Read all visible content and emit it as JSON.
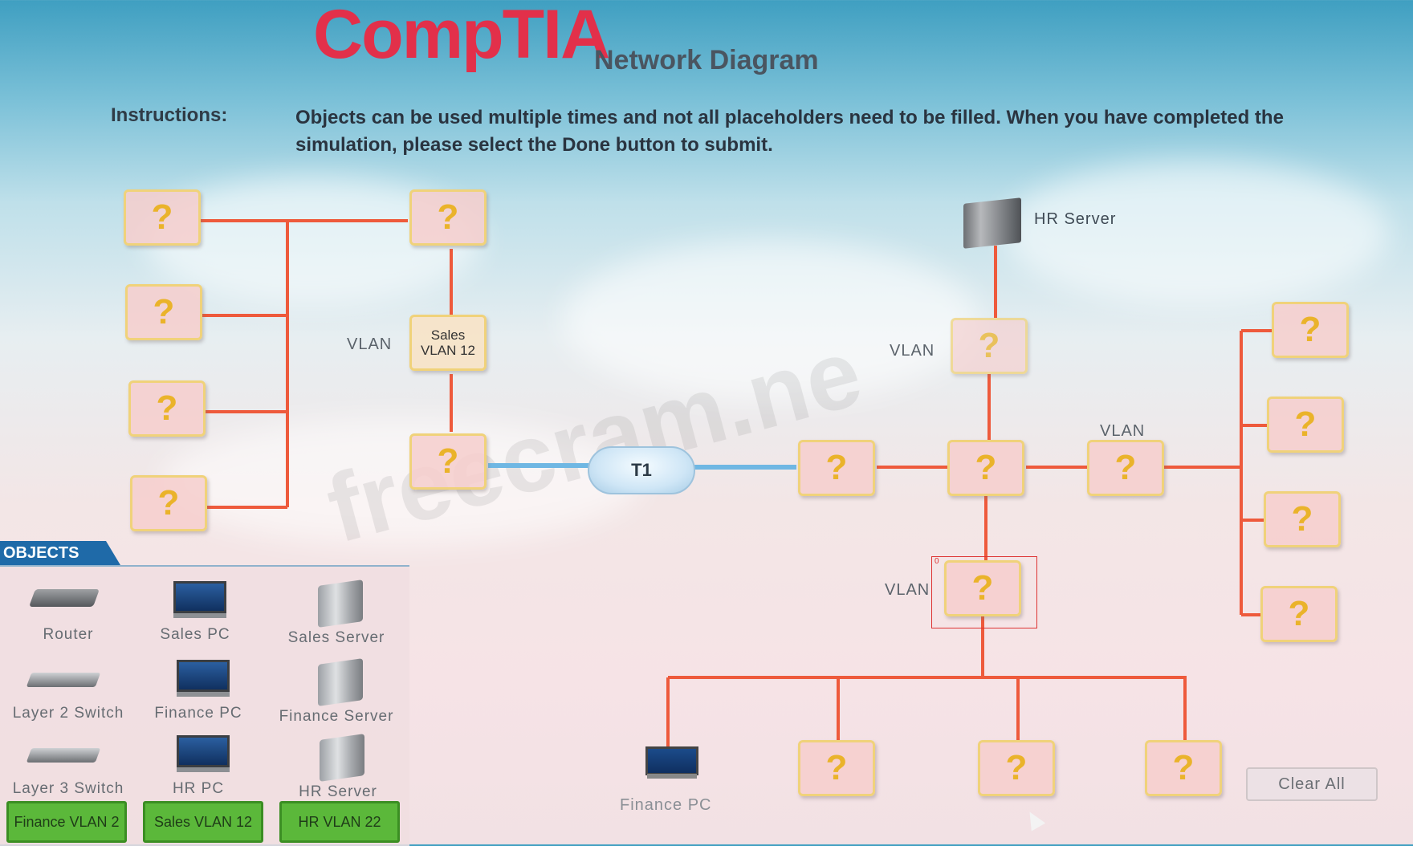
{
  "logo": "CompTIA",
  "title": "Network Diagram",
  "instructions": {
    "label": "Instructions:",
    "text": "Objects can be used multiple times and not all placeholders need to be filled. When you have completed the simulation, please select the Done button to submit."
  },
  "diagram": {
    "placeholder_mark": "?",
    "sales_vlan_box": "Sales VLAN 12",
    "vlan_label": "VLAN",
    "t1_label": "T1",
    "hr_server_label": "HR Server",
    "finance_pc_label": "Finance PC",
    "selection_index": "0"
  },
  "clear_all_label": "Clear All",
  "objects_panel": {
    "title": "OBJECTS",
    "items": [
      {
        "label": "Router",
        "icon": "router-icon"
      },
      {
        "label": "Sales PC",
        "icon": "pc-icon"
      },
      {
        "label": "Sales Server",
        "icon": "server-icon"
      },
      {
        "label": "Layer 2 Switch",
        "icon": "switch-icon"
      },
      {
        "label": "Finance PC",
        "icon": "pc-icon"
      },
      {
        "label": "Finance Server",
        "icon": "server-icon"
      },
      {
        "label": "Layer 3 Switch",
        "icon": "switch-icon"
      },
      {
        "label": "HR PC",
        "icon": "pc-icon"
      },
      {
        "label": "HR Server",
        "icon": "server-icon"
      }
    ],
    "vlan_buttons": [
      "Finance VLAN 2",
      "Sales VLAN 12",
      "HR VLAN 22"
    ]
  },
  "watermark": "freecram.ne",
  "colors": {
    "link_red": "#ee5a3c",
    "link_blue": "#6fb7e3",
    "placeholder_border": "#f0d27a",
    "question_mark": "#eab32a",
    "vlan_button": "#5bb83a",
    "objects_tab": "#1f6aa8",
    "logo": "#e2304a"
  }
}
